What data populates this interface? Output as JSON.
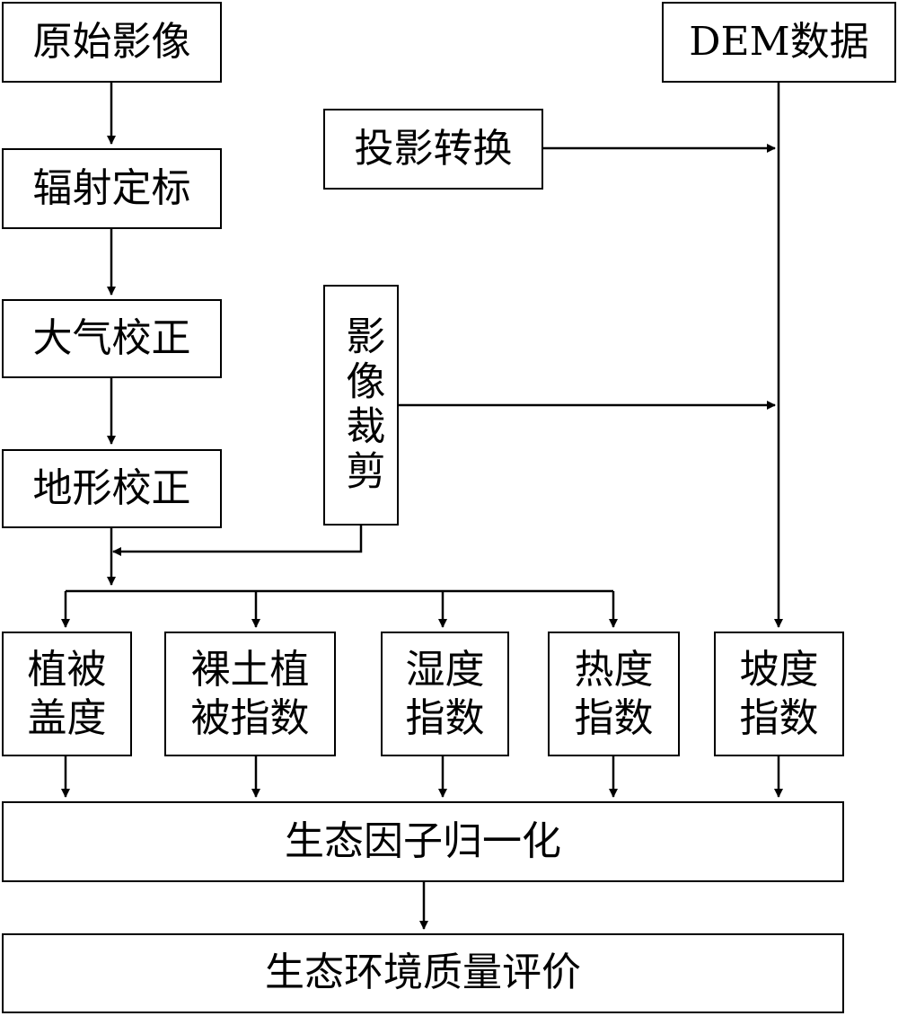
{
  "nodes": {
    "raw_image": "原始影像",
    "dem_data": "DEM数据",
    "radiometric_calibration": "辐射定标",
    "projection_transform": "投影转换",
    "atmospheric_correction": "大气校正",
    "image_clipping": "影像裁剪",
    "terrain_correction": "地形校正",
    "vegetation_coverage": "植被\n盖度",
    "bare_soil_index": "裸土植\n被指数",
    "wetness_index": "湿度\n指数",
    "heat_index": "热度\n指数",
    "slope_index": "坡度\n指数",
    "factor_normalization": "生态因子归一化",
    "eco_quality_evaluation": "生态环境质量评价"
  }
}
